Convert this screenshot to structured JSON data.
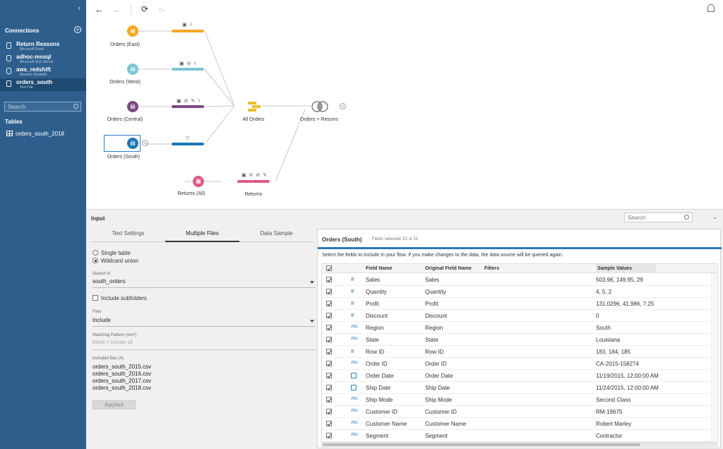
{
  "sidebar": {
    "collapse_icon": "chevron-left-icon",
    "connections_heading": "Connections",
    "connections": [
      {
        "name": "Return Reasons",
        "type": "Microsoft Excel",
        "icon": "file-icon"
      },
      {
        "name": "adhoc-mssql",
        "type": "Microsoft SQL Server",
        "icon": "database-icon"
      },
      {
        "name": "aws_redshift",
        "type": "Amazon Redshift",
        "icon": "database-icon"
      },
      {
        "name": "orders_south",
        "type": "Text File",
        "icon": "file-icon",
        "selected": true
      }
    ],
    "search_placeholder": "Search",
    "tables_heading": "Tables",
    "tables": [
      {
        "name": "orders_south_2018"
      }
    ]
  },
  "flow": {
    "nodes": {
      "orders_east": "Orders (East)",
      "orders_west": "Orders (West)",
      "orders_central": "Orders (Central)",
      "orders_south": "Orders (South)",
      "returns_all": "Returns (All)",
      "returns": "Returns",
      "all_orders": "All Orders",
      "orders_returns": "Orders + Returns"
    },
    "colors": {
      "east": "#f5a623",
      "west": "#7cc5d3",
      "central": "#7b4a7f",
      "south": "#1f77b4",
      "returns": "#e05a84",
      "union": "#e8c12b"
    }
  },
  "panel": {
    "title": "Input",
    "search_placeholder": "Search",
    "tabs": [
      "Text Settings",
      "Multiple Files",
      "Data Sample"
    ],
    "active_tab": "Multiple Files",
    "options": {
      "single_table": "Single table",
      "wildcard_union": "Wildcard union",
      "selected": "Wildcard union"
    },
    "search_in_label": "Search in",
    "search_in_value": "south_orders",
    "include_subfolders": "Include subfolders",
    "files_label": "Files",
    "files_value": "Include",
    "matching_pattern_label": "Matching Pattern (xxx*)",
    "matching_pattern_placeholder": "Blank = include all",
    "included_files_label": "Included files (4)",
    "included_files": [
      "orders_south_2015.csv",
      "orders_south_2016.csv",
      "orders_south_2017.csv",
      "orders_south_2018.csv"
    ],
    "applied_button": "Applied"
  },
  "grid": {
    "title": "Orders (South)",
    "fields_selected": "Fields selected: 22 of 22",
    "info": "Select the fields to include in your flow. If you make changes to the data, the data source will be queried again.",
    "headers": {
      "field_name": "Field Name",
      "original_field_name": "Original Field Name",
      "filters": "Filters",
      "sample_values": "Sample Values"
    },
    "rows": [
      {
        "type": "#",
        "field": "Sales",
        "original": "Sales",
        "sample": "503.96, 149.95, 29"
      },
      {
        "type": "#",
        "field": "Quantity",
        "original": "Quantity",
        "sample": "4, 5, 2"
      },
      {
        "type": "#",
        "field": "Profit",
        "original": "Profit",
        "sample": "131.0296, 41.986, 7.25"
      },
      {
        "type": "#",
        "field": "Discount",
        "original": "Discount",
        "sample": "0"
      },
      {
        "type": "Abc",
        "field": "Region",
        "original": "Region",
        "sample": "South"
      },
      {
        "type": "Abc",
        "field": "State",
        "original": "State",
        "sample": "Louisiana"
      },
      {
        "type": "#",
        "field": "Row ID",
        "original": "Row ID",
        "sample": "183, 184, 185"
      },
      {
        "type": "Abc",
        "field": "Order ID",
        "original": "Order ID",
        "sample": "CA-2015-158274"
      },
      {
        "type": "date",
        "field": "Order Date",
        "original": "Order Date",
        "sample": "11/19/2015, 12:00:00 AM"
      },
      {
        "type": "date",
        "field": "Ship Date",
        "original": "Ship Date",
        "sample": "11/24/2015, 12:00:00 AM"
      },
      {
        "type": "Abc",
        "field": "Ship Mode",
        "original": "Ship Mode",
        "sample": "Second Class"
      },
      {
        "type": "Abc",
        "field": "Customer ID",
        "original": "Customer ID",
        "sample": "RM-19675"
      },
      {
        "type": "Abc",
        "field": "Customer Name",
        "original": "Customer Name",
        "sample": "Robert Marley"
      },
      {
        "type": "Abc",
        "field": "Segment",
        "original": "Segment",
        "sample": "Contractor"
      }
    ]
  }
}
